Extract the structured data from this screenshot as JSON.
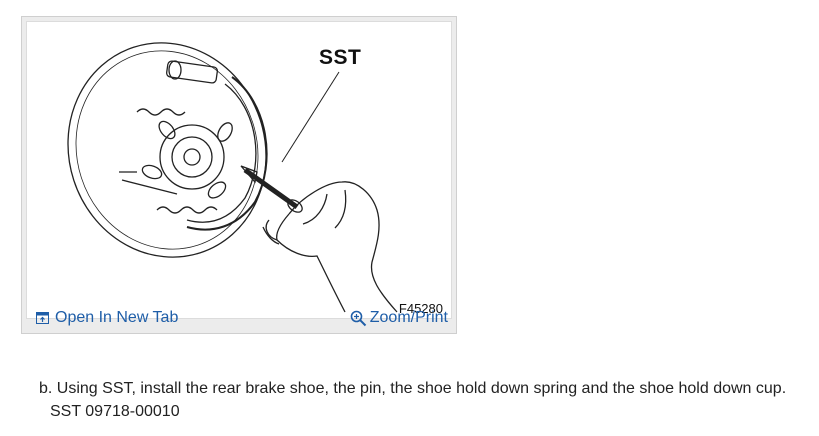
{
  "figure": {
    "callout_label": "SST",
    "figure_code": "F45280",
    "open_tab_label": "Open In New Tab",
    "zoom_label": "Zoom/Print",
    "icons": {
      "open_tab": "open-new-tab-icon",
      "zoom": "magnifier-icon"
    }
  },
  "instruction": {
    "text": "b. Using SST, install the rear brake shoe, the pin, the shoe hold down spring and the shoe hold down cup.",
    "tool_code": "SST 09718-00010"
  },
  "colors": {
    "link": "#1f5ea8",
    "text": "#222222",
    "frame_border": "#cfcfcf",
    "frame_background": "#ececec"
  }
}
